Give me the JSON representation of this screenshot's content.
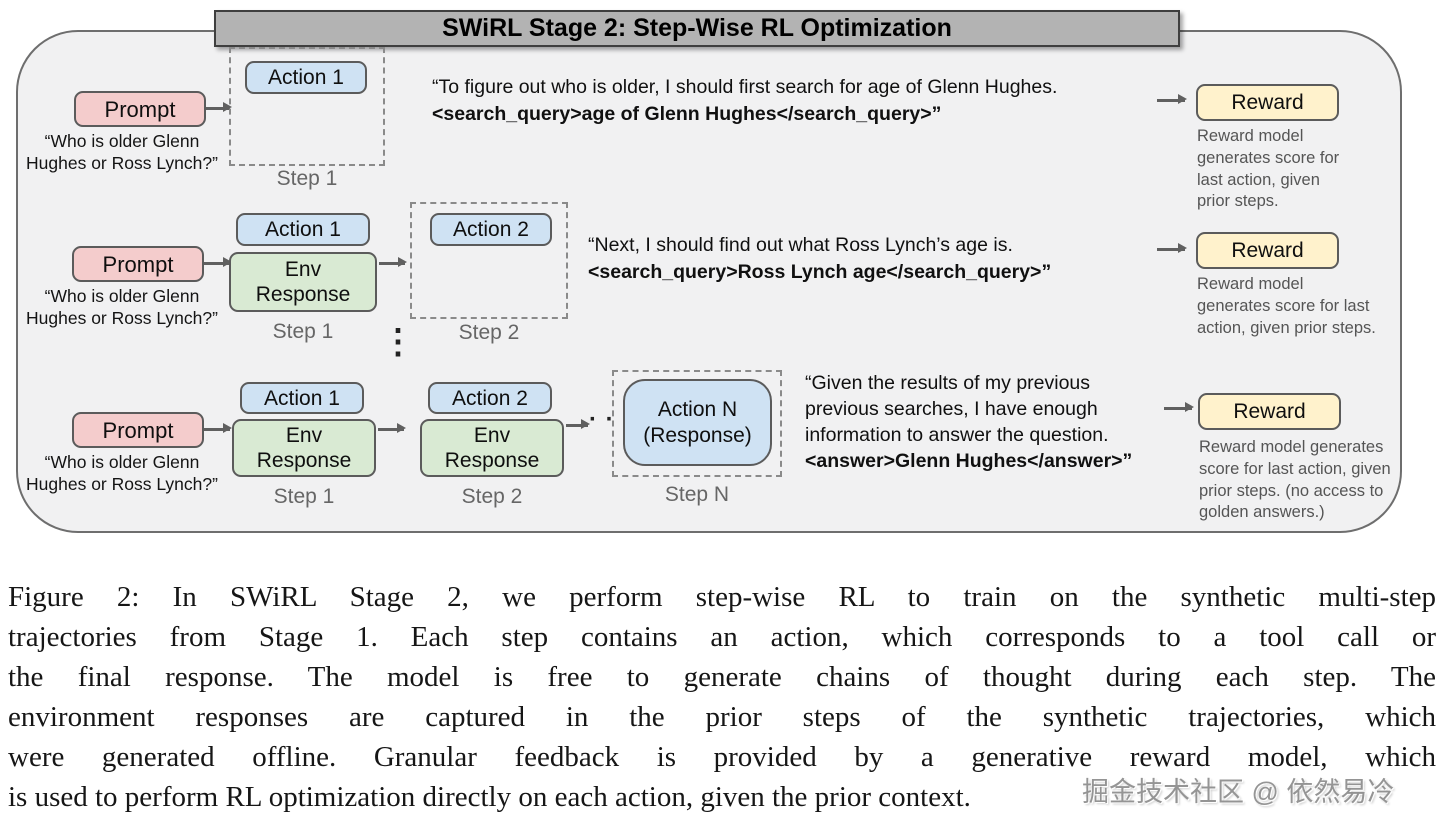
{
  "title_bar": {
    "title": "SWiRL Stage 2: Step-Wise RL Optimization"
  },
  "colors": {
    "container_fill": "#f1f1f2",
    "title_fill": "#b3b3b3",
    "prompt_fill": "#f4cccc",
    "action_fill": "#cfe2f3",
    "env_fill": "#d9ead3",
    "reward_fill": "#fff2cc"
  },
  "glyphs": {
    "vertical_dots": "⋮",
    "leading_dots": "· ·"
  },
  "rows": [
    {
      "prompt": {
        "label": "Prompt",
        "quote_lines": [
          "“Who is older Glenn",
          "Hughes or Ross Lynch?”"
        ]
      },
      "step1": {
        "action": "Action 1",
        "label": "Step 1"
      },
      "thought": {
        "lines": [
          "“To figure out who is older, I should first search for age of Glenn Hughes."
        ],
        "bold_line": "<search_query>age of Glenn Hughes</search_query>”"
      },
      "reward": {
        "label": "Reward",
        "desc_lines": [
          "Reward model",
          "generates score for",
          "last action, given",
          "prior steps."
        ]
      }
    },
    {
      "prompt": {
        "label": "Prompt",
        "quote_lines": [
          "“Who is older Glenn",
          "Hughes or Ross Lynch?”"
        ]
      },
      "step1": {
        "action": "Action 1",
        "env_lines": [
          "Env",
          "Response"
        ],
        "label": "Step 1"
      },
      "step2": {
        "action": "Action 2",
        "label": "Step 2"
      },
      "thought": {
        "lines": [
          "“Next, I should find out what Ross Lynch’s age is."
        ],
        "bold_line": "<search_query>Ross Lynch age</search_query>”"
      },
      "reward": {
        "label": "Reward",
        "desc_lines": [
          "Reward model",
          "generates score for last",
          "action, given prior steps."
        ]
      }
    },
    {
      "prompt": {
        "label": "Prompt",
        "quote_lines": [
          "“Who is older Glenn",
          "Hughes or Ross Lynch?”"
        ]
      },
      "step1": {
        "action": "Action 1",
        "env_lines": [
          "Env",
          "Response"
        ],
        "label": "Step 1"
      },
      "step2": {
        "action": "Action 2",
        "env_lines": [
          "Env",
          "Response"
        ],
        "label": "Step 2"
      },
      "stepN": {
        "action_lines": [
          "Action N",
          "(Response)"
        ],
        "label": "Step N"
      },
      "thought": {
        "lines": [
          "“Given the results of my previous",
          "previous searches, I have enough",
          "information to answer the question."
        ],
        "bold_line": "<answer>Glenn Hughes</answer>”"
      },
      "reward": {
        "label": "Reward",
        "desc_lines": [
          "Reward model generates",
          "score for last action, given",
          "prior steps. (no access to",
          "golden answers.)"
        ]
      }
    }
  ],
  "caption": {
    "lines": [
      "Figure 2: In SWiRL Stage 2, we perform step-wise RL to train on the synthetic multi-step",
      "trajectories from Stage 1. Each step contains an action, which corresponds to a tool call or",
      "the final response. The model is free to generate chains of thought during each step. The",
      "environment responses are captured in the prior steps of the synthetic trajectories, which",
      "were generated offline. Granular feedback is provided by a generative reward model, which",
      "is used to perform RL optimization directly on each action, given the prior context."
    ]
  },
  "watermark": "掘金技术社区 @ 依然易冷"
}
